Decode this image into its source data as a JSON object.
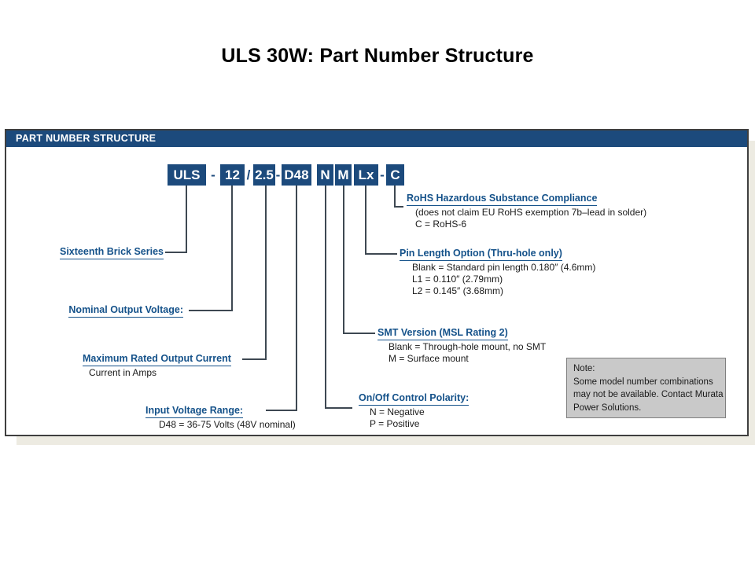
{
  "page_title": "ULS 30W: Part Number Structure",
  "panel": {
    "header": "PART NUMBER STRUCTURE",
    "part_number": {
      "segments": [
        {
          "type": "box",
          "text": "ULS"
        },
        {
          "type": "sep",
          "text": "-"
        },
        {
          "type": "box",
          "text": "12"
        },
        {
          "type": "sep",
          "text": "/"
        },
        {
          "type": "box",
          "text": "2.5"
        },
        {
          "type": "sep",
          "text": "-"
        },
        {
          "type": "box",
          "text": "D48"
        },
        {
          "type": "box",
          "text": "N"
        },
        {
          "type": "box",
          "text": "M"
        },
        {
          "type": "box",
          "text": "Lx"
        },
        {
          "type": "sep",
          "text": "-"
        },
        {
          "type": "box",
          "text": "C"
        }
      ]
    },
    "left_labels": [
      {
        "title": "Sixteenth Brick Series",
        "lines": []
      },
      {
        "title": "Nominal Output Voltage:",
        "lines": []
      },
      {
        "title": "Maximum Rated Output Current",
        "lines": [
          "Current in Amps"
        ]
      },
      {
        "title": "Input Voltage Range:",
        "lines": [
          "D48 = 36-75 Volts (48V nominal)"
        ]
      }
    ],
    "right_labels": [
      {
        "title": "RoHS Hazardous Substance Compliance",
        "lines": [
          "(does not claim EU RoHS exemption 7b–lead in solder)",
          "C = RoHS-6"
        ]
      },
      {
        "title": "Pin Length Option (Thru-hole only)",
        "lines": [
          "Blank = Standard pin length 0.180″ (4.6mm)",
          "L1 = 0.110″ (2.79mm)",
          "L2 = 0.145″ (3.68mm)"
        ]
      },
      {
        "title": "SMT Version (MSL Rating 2)",
        "lines": [
          "Blank = Through-hole mount, no SMT",
          "M = Surface mount"
        ]
      },
      {
        "title": "On/Off Control Polarity:",
        "lines": [
          "N = Negative",
          "P = Positive"
        ]
      }
    ],
    "note": {
      "lines": [
        "Note:",
        "Some model number combinations",
        "may not be available. Contact Murata",
        "Power Solutions."
      ]
    }
  },
  "colors": {
    "header_navy": "#1c4a7c",
    "box_navy": "#1c4a7c",
    "label_blue": "#15528a",
    "connector_line": "#3e4852",
    "note_bg": "#c9c9c9",
    "note_border": "#7f7f7f",
    "panel_border": "#3f3f3f",
    "panel_shadow": "#edebe2",
    "body_text": "#1a1a1a"
  }
}
